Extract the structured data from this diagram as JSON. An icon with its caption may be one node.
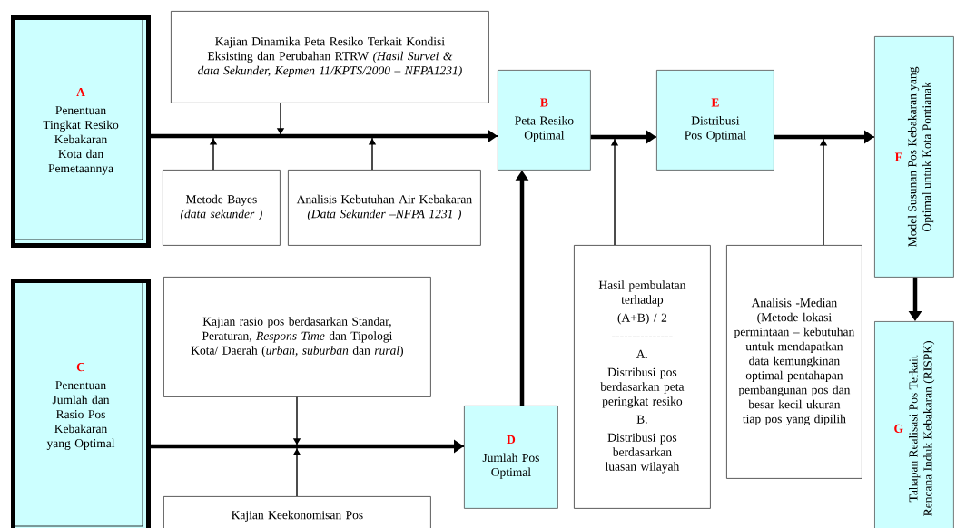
{
  "diagram": {
    "nodes": [
      {
        "text": [
          "A",
          "Penentuan Tingkat Resiko Kebakaran Kota dan Pemetaannya"
        ]
      },
      {
        "text": [
          "Kajian Dinamika Peta Resiko Terkait Kondisi Eksisting dan Perubahan RTRW *(Hasil Survei & data Sekunder, Kepmen 11/KPTS/2000 – NFPA1231)*"
        ]
      },
      {
        "text": [
          "Metode Bayes *(data sekunder )*"
        ]
      },
      {
        "text": [
          "Analisis Kebutuhan Air Kebakaran *(Data Sekunder –NFPA 1231 )*"
        ]
      },
      {
        "text": [
          "B",
          "Peta Resiko Optimal"
        ]
      },
      {
        "text": [
          "E",
          "Distribusi Pos Optimal"
        ]
      },
      {
        "text": [
          "F",
          "Model Susunan Pos Kebakaran yang Optimal untuk Kota Pontianak"
        ]
      },
      {
        "text": [
          "C",
          "Penentuan Jumlah dan Rasio Pos Kebakaran yang Optimal"
        ]
      },
      {
        "text": [
          "Kajian rasio pos berdasarkan Standar, Peraturan, *Respons Time* dan Tipologi Kota/ Daerah (*urban, suburban* dan *rural*)"
        ]
      },
      {
        "text": [
          "Kajian Keekonomisan Pos"
        ]
      },
      {
        "text": [
          "D",
          "Jumlah Pos Optimal"
        ]
      },
      {
        "text": [
          "Hasil pembulatan terhadap",
          "(A+B) / 2",
          "---------------",
          "A.",
          "Distribusi pos berdasarkan peta peringkat resiko",
          "B.",
          "Distribusi pos berdasarkan luasan wilayah"
        ]
      },
      {
        "text": [
          "Analisis -Median (Metode lokasi permintaan – kebutuhan untuk mendapatkan data kemungkinan optimal pentahapan pembangunan pos dan besar kecil ukuran tiap pos yang dipilih"
        ]
      },
      {
        "text": [
          "G",
          "Tahapan Realisasi Pos Terkait Rencana Induk Kebakaran (RISPK)"
        ]
      }
    ],
    "edges": [
      {
        "from": 0,
        "to": 4,
        "arrow": "to",
        "style": "thick"
      },
      {
        "from": 1,
        "to": 4,
        "arrow": "to"
      },
      {
        "from": 2,
        "to": 4,
        "arrow": "to"
      },
      {
        "from": 3,
        "to": 4,
        "arrow": "to"
      },
      {
        "from": 4,
        "to": 5,
        "arrow": "to",
        "style": "thick"
      },
      {
        "from": 11,
        "to": 5,
        "arrow": "to"
      },
      {
        "from": 5,
        "to": 6,
        "arrow": "to",
        "style": "thick"
      },
      {
        "from": 12,
        "to": 6,
        "arrow": "to"
      },
      {
        "from": 6,
        "to": 13,
        "arrow": "to",
        "style": "thick"
      },
      {
        "from": 7,
        "to": 10,
        "arrow": "to",
        "style": "thick"
      },
      {
        "from": 8,
        "to": 10,
        "arrow": "to"
      },
      {
        "from": 9,
        "to": 10,
        "arrow": "to"
      },
      {
        "from": 10,
        "to": 4,
        "arrow": "to",
        "style": "thick"
      }
    ]
  }
}
